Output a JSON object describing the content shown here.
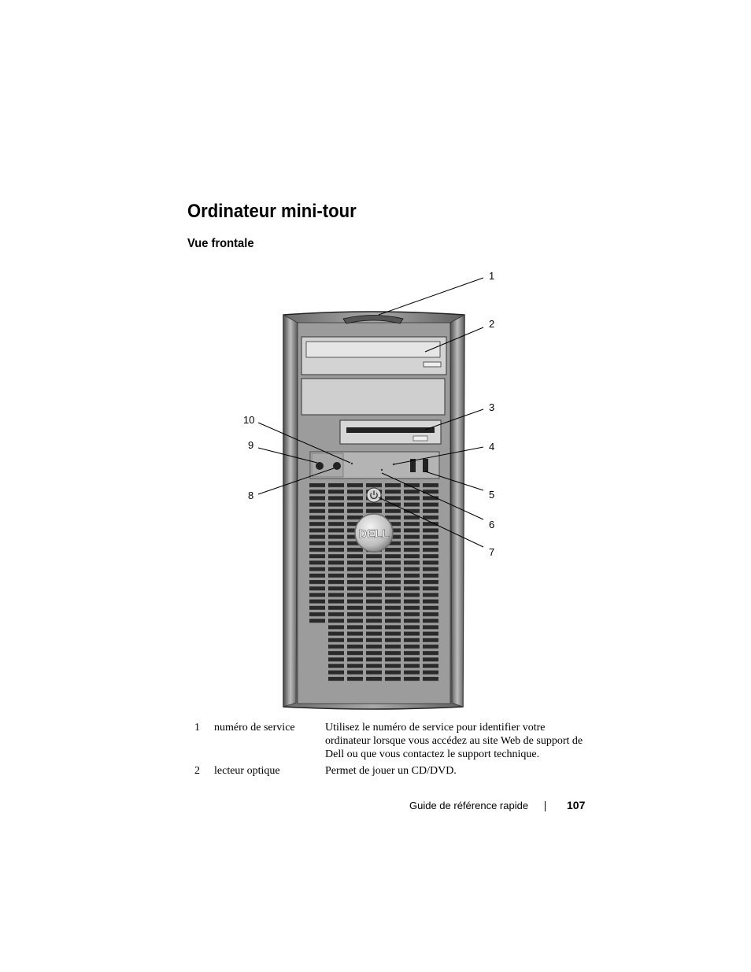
{
  "page_title": "Ordinateur mini-tour",
  "section_title": "Vue frontale",
  "callouts": [
    "1",
    "2",
    "3",
    "4",
    "5",
    "6",
    "7",
    "8",
    "9",
    "10"
  ],
  "logo_text": "DELL",
  "descriptions": [
    {
      "num": "1",
      "name": "numéro de service",
      "text": "Utilisez le numéro de service pour identifier votre ordinateur lorsque vous accédez au site Web de support de Dell ou que vous contactez le support technique."
    },
    {
      "num": "2",
      "name": "lecteur optique",
      "text": "Permet de jouer un CD/DVD."
    }
  ],
  "footer": {
    "guide": "Guide de référence rapide",
    "page": "107"
  }
}
